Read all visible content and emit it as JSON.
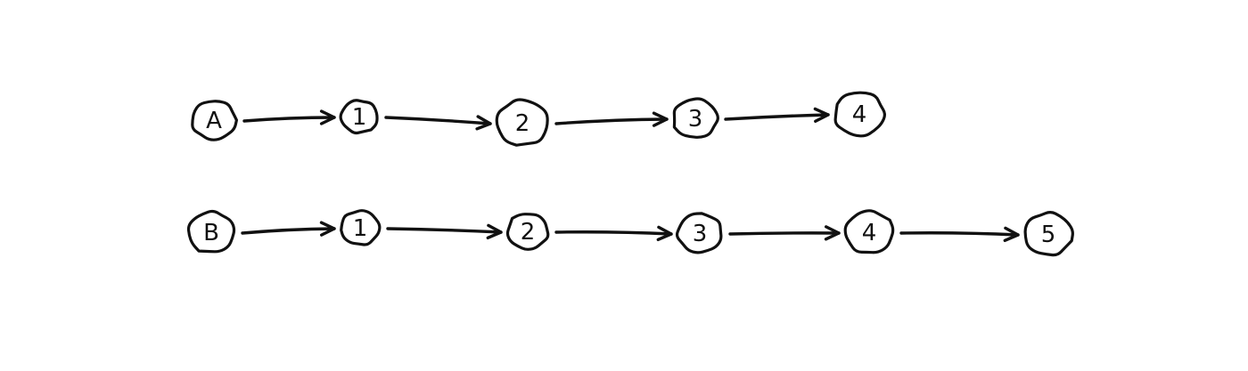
{
  "diagram": {
    "stroke_color": "#111111",
    "background_color": "#ffffff",
    "rows": [
      {
        "name": "A",
        "nodes": [
          "A",
          "1",
          "2",
          "3",
          "4"
        ]
      },
      {
        "name": "B",
        "nodes": [
          "B",
          "1",
          "2",
          "3",
          "4",
          "5"
        ]
      }
    ]
  }
}
